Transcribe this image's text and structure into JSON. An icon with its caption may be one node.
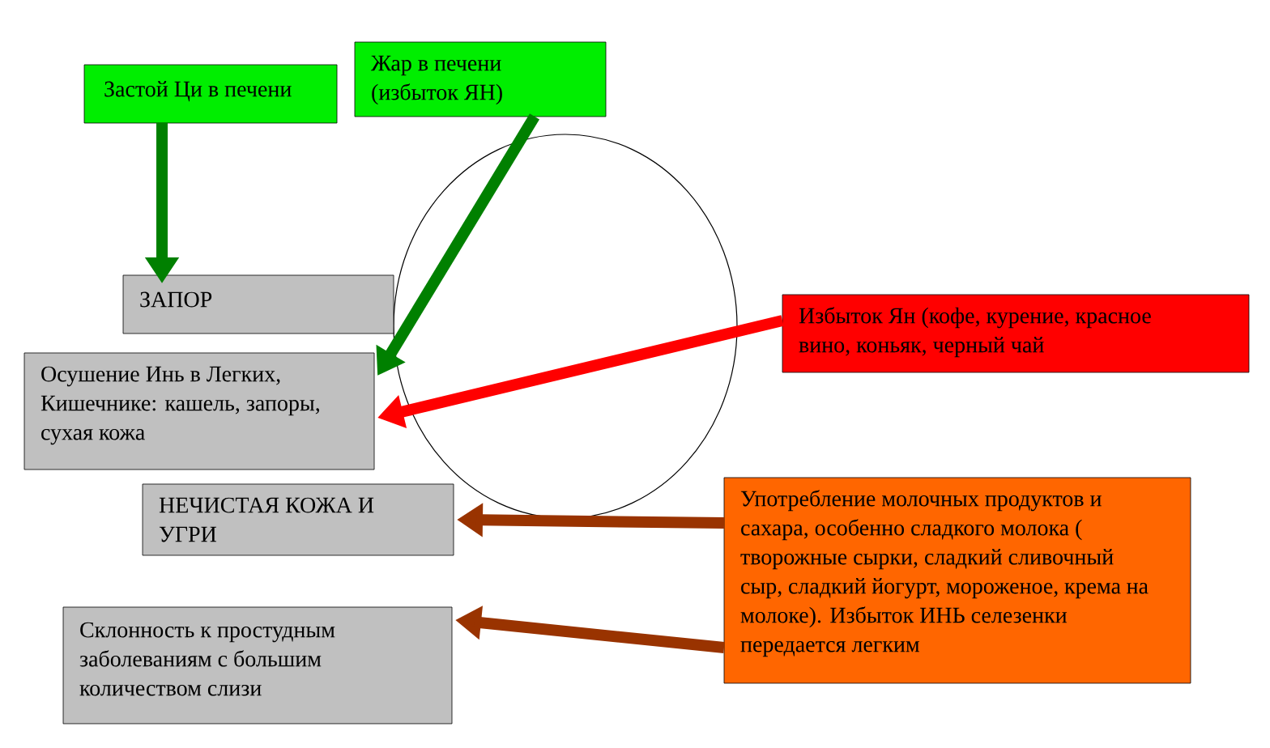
{
  "diagram": {
    "nodes": [
      {
        "text": [
          "Застой Ци в печени"
        ]
      },
      {
        "text": [
          "Жар в печени (избыток ЯН)"
        ]
      },
      {
        "text": [
          "ЗАПОР"
        ]
      },
      {
        "text": [
          "Осушение Инь в Легких, Кишечнике: кашель, запоры, сухая кожа"
        ]
      },
      {
        "text": [
          "Избыток Ян (кофе, курение, красное вино, коньяк, черный чай"
        ]
      },
      {
        "text": [
          "НЕЧИСТАЯ КОЖА И УГРИ"
        ]
      },
      {
        "text": [
          "Употребление молочных продуктов и сахара, особенно сладкого молока ( творожные сырки, сладкий сливочный сыр, сладкий йогурт, мороженое, крема на молоке). Избыток ИНЬ селезенки передается легким"
        ]
      },
      {
        "text": [
          "Склонность к простудным заболеваниям с большим количеством слизи"
        ]
      }
    ],
    "edges": [
      {
        "from": 0,
        "to": 2,
        "arrow": "to",
        "color": "#008000"
      },
      {
        "from": 1,
        "to": 3,
        "arrow": "to",
        "color": "#008000"
      },
      {
        "from": 4,
        "to": 3,
        "arrow": "to",
        "color": "#ff0000"
      },
      {
        "from": 6,
        "to": 5,
        "arrow": "to",
        "color": "#993300"
      },
      {
        "from": 6,
        "to": 7,
        "arrow": "to",
        "color": "#993300"
      }
    ]
  }
}
